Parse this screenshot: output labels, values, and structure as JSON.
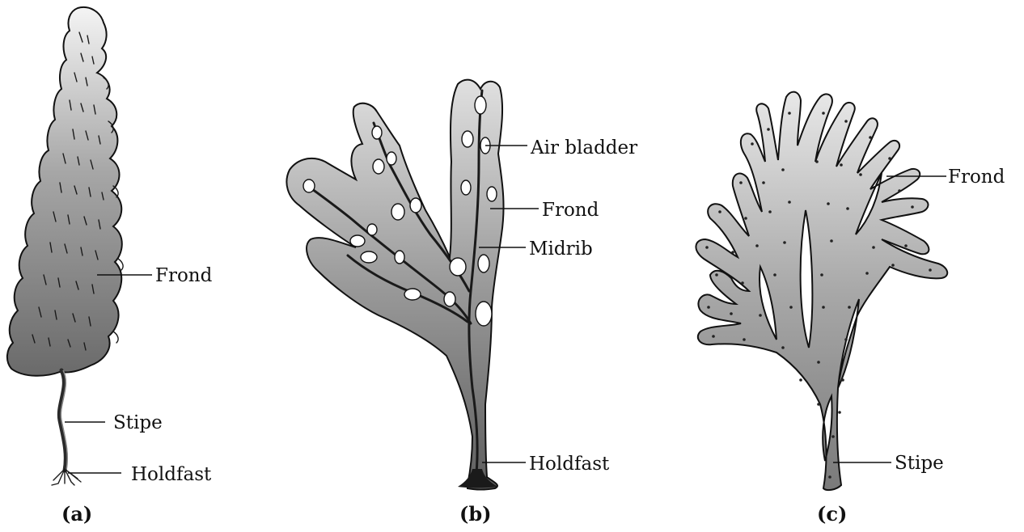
{
  "figure": {
    "panel_a": {
      "caption": "(a)",
      "labels": {
        "frond": "Frond",
        "stipe": "Stipe",
        "holdfast": "Holdfast"
      }
    },
    "panel_b": {
      "caption": "(b)",
      "labels": {
        "air_bladder": "Air bladder",
        "frond": "Frond",
        "midrib": "Midrib",
        "holdfast": "Holdfast"
      }
    },
    "panel_c": {
      "caption": "(c)",
      "labels": {
        "frond": "Frond",
        "stipe": "Stipe"
      }
    }
  }
}
